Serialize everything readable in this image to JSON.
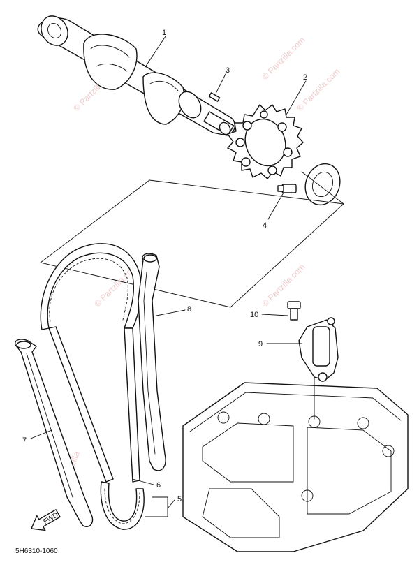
{
  "callouts": {
    "c1": "1",
    "c2": "2",
    "c3": "3",
    "c4": "4",
    "c5": "5",
    "c6": "6",
    "c7": "7",
    "c8": "8",
    "c9": "9",
    "c10": "10"
  },
  "direction_arrow": "FWD",
  "diagram_code": "5H6310-1060",
  "watermark": "© Partzilla.com",
  "watermark_short": "© Partzilla",
  "colors": {
    "line": "#111111",
    "watermark": "#e6a0a0",
    "background": "#ffffff"
  }
}
